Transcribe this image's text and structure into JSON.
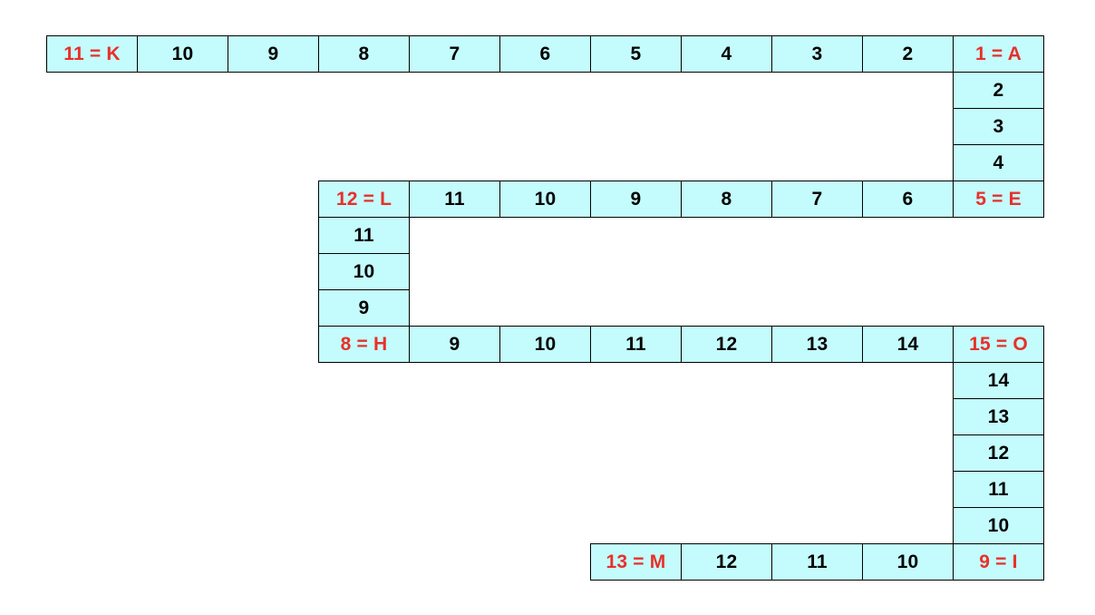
{
  "colors": {
    "cell_fill": "#c4fbfc",
    "cell_border": "#000000",
    "number_text": "#000000",
    "marker_text": "#e8302a"
  },
  "cells": [
    {
      "row": 0,
      "col": 0,
      "text": "11 = K",
      "marker": true
    },
    {
      "row": 0,
      "col": 1,
      "text": "10",
      "marker": false
    },
    {
      "row": 0,
      "col": 2,
      "text": "9",
      "marker": false
    },
    {
      "row": 0,
      "col": 3,
      "text": "8",
      "marker": false
    },
    {
      "row": 0,
      "col": 4,
      "text": "7",
      "marker": false
    },
    {
      "row": 0,
      "col": 5,
      "text": "6",
      "marker": false
    },
    {
      "row": 0,
      "col": 6,
      "text": "5",
      "marker": false
    },
    {
      "row": 0,
      "col": 7,
      "text": "4",
      "marker": false
    },
    {
      "row": 0,
      "col": 8,
      "text": "3",
      "marker": false
    },
    {
      "row": 0,
      "col": 9,
      "text": "2",
      "marker": false
    },
    {
      "row": 0,
      "col": 10,
      "text": "1 = A",
      "marker": true
    },
    {
      "row": 1,
      "col": 10,
      "text": "2",
      "marker": false
    },
    {
      "row": 2,
      "col": 10,
      "text": "3",
      "marker": false
    },
    {
      "row": 3,
      "col": 10,
      "text": "4",
      "marker": false
    },
    {
      "row": 4,
      "col": 3,
      "text": "12 = L",
      "marker": true
    },
    {
      "row": 4,
      "col": 4,
      "text": "11",
      "marker": false
    },
    {
      "row": 4,
      "col": 5,
      "text": "10",
      "marker": false
    },
    {
      "row": 4,
      "col": 6,
      "text": "9",
      "marker": false
    },
    {
      "row": 4,
      "col": 7,
      "text": "8",
      "marker": false
    },
    {
      "row": 4,
      "col": 8,
      "text": "7",
      "marker": false
    },
    {
      "row": 4,
      "col": 9,
      "text": "6",
      "marker": false
    },
    {
      "row": 4,
      "col": 10,
      "text": "5 = E",
      "marker": true
    },
    {
      "row": 5,
      "col": 3,
      "text": "11",
      "marker": false
    },
    {
      "row": 6,
      "col": 3,
      "text": "10",
      "marker": false
    },
    {
      "row": 7,
      "col": 3,
      "text": "9",
      "marker": false
    },
    {
      "row": 8,
      "col": 3,
      "text": "8 = H",
      "marker": true
    },
    {
      "row": 8,
      "col": 4,
      "text": "9",
      "marker": false
    },
    {
      "row": 8,
      "col": 5,
      "text": "10",
      "marker": false
    },
    {
      "row": 8,
      "col": 6,
      "text": "11",
      "marker": false
    },
    {
      "row": 8,
      "col": 7,
      "text": "12",
      "marker": false
    },
    {
      "row": 8,
      "col": 8,
      "text": "13",
      "marker": false
    },
    {
      "row": 8,
      "col": 9,
      "text": "14",
      "marker": false
    },
    {
      "row": 8,
      "col": 10,
      "text": "15 = O",
      "marker": true
    },
    {
      "row": 9,
      "col": 10,
      "text": "14",
      "marker": false
    },
    {
      "row": 10,
      "col": 10,
      "text": "13",
      "marker": false
    },
    {
      "row": 11,
      "col": 10,
      "text": "12",
      "marker": false
    },
    {
      "row": 12,
      "col": 10,
      "text": "11",
      "marker": false
    },
    {
      "row": 13,
      "col": 10,
      "text": "10",
      "marker": false
    },
    {
      "row": 14,
      "col": 6,
      "text": "13 = M",
      "marker": true
    },
    {
      "row": 14,
      "col": 7,
      "text": "12",
      "marker": false
    },
    {
      "row": 14,
      "col": 8,
      "text": "11",
      "marker": false
    },
    {
      "row": 14,
      "col": 9,
      "text": "10",
      "marker": false
    },
    {
      "row": 14,
      "col": 10,
      "text": "9 = I",
      "marker": true
    }
  ]
}
